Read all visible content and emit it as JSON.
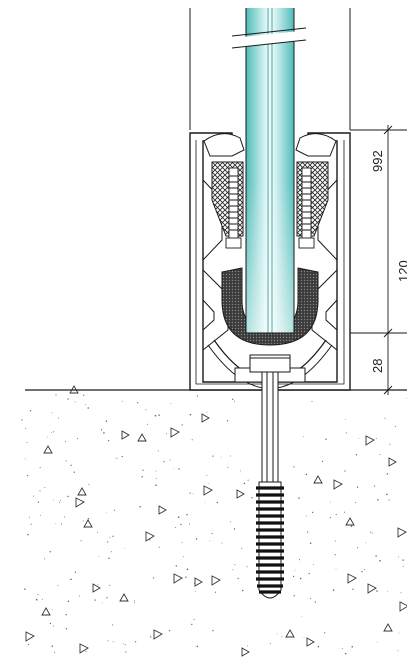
{
  "dimensions": {
    "top": "992",
    "middle": "120",
    "bottom": "28"
  },
  "colors": {
    "glass_edge": "#5cc7c4",
    "glass_center": "#e6f8f8",
    "line": "#1a1a1a",
    "profile_fill": "#ffffff",
    "gasket": "#3a3a3a",
    "concrete_speck": "#555555"
  }
}
